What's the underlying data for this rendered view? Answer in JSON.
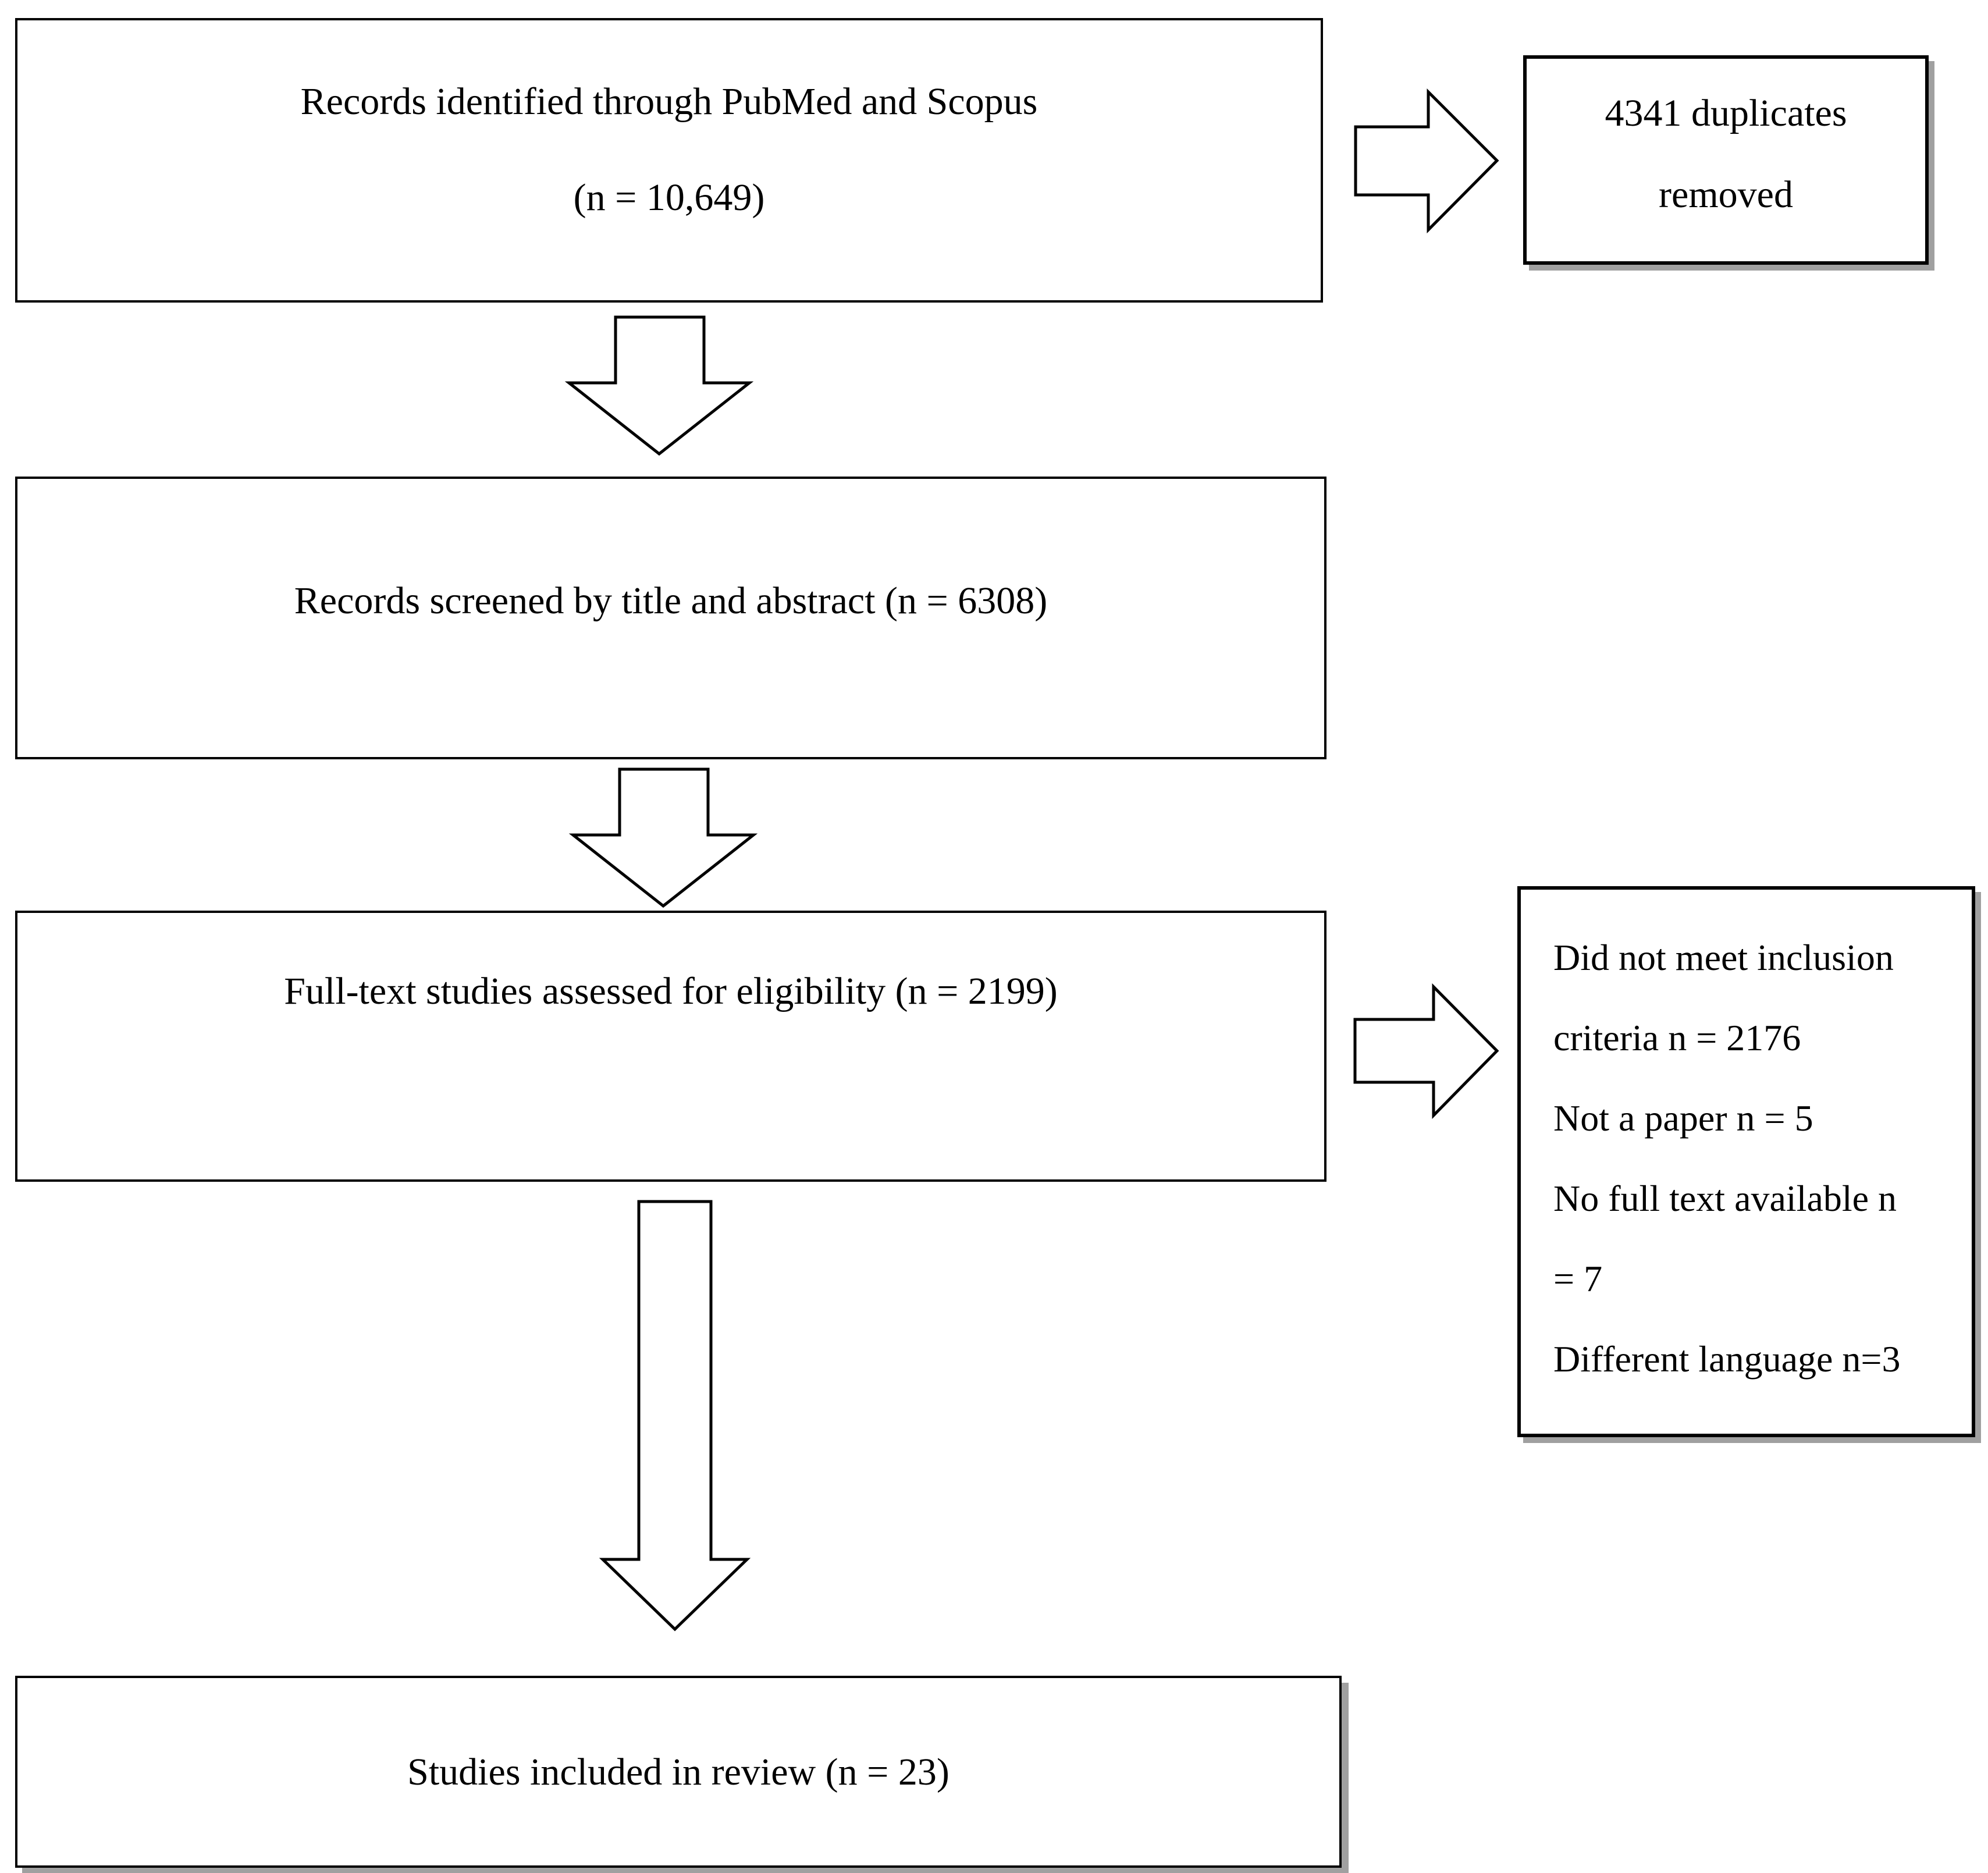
{
  "flow": {
    "identified": {
      "line1": "Records identified through PubMed and Scopus",
      "line2": "(n = 10,649)"
    },
    "duplicates_removed": {
      "line1": "4341 duplicates",
      "line2": "removed"
    },
    "screened": {
      "text": "Records screened by title and abstract (n = 6308)"
    },
    "full_text": {
      "text": "Full-text studies assessed for eligibility (n = 2199)"
    },
    "excluded": {
      "lines": [
        "Did not meet inclusion",
        "criteria n = 2176",
        "Not a paper n = 5",
        "No full text available n",
        "= 7",
        "Different language n=3"
      ]
    },
    "included": {
      "text": "Studies included in review (n = 23)"
    }
  },
  "colors": {
    "background": "#ffffff",
    "border": "#000000",
    "text": "#000000",
    "shadow": "#a0a0a0"
  }
}
